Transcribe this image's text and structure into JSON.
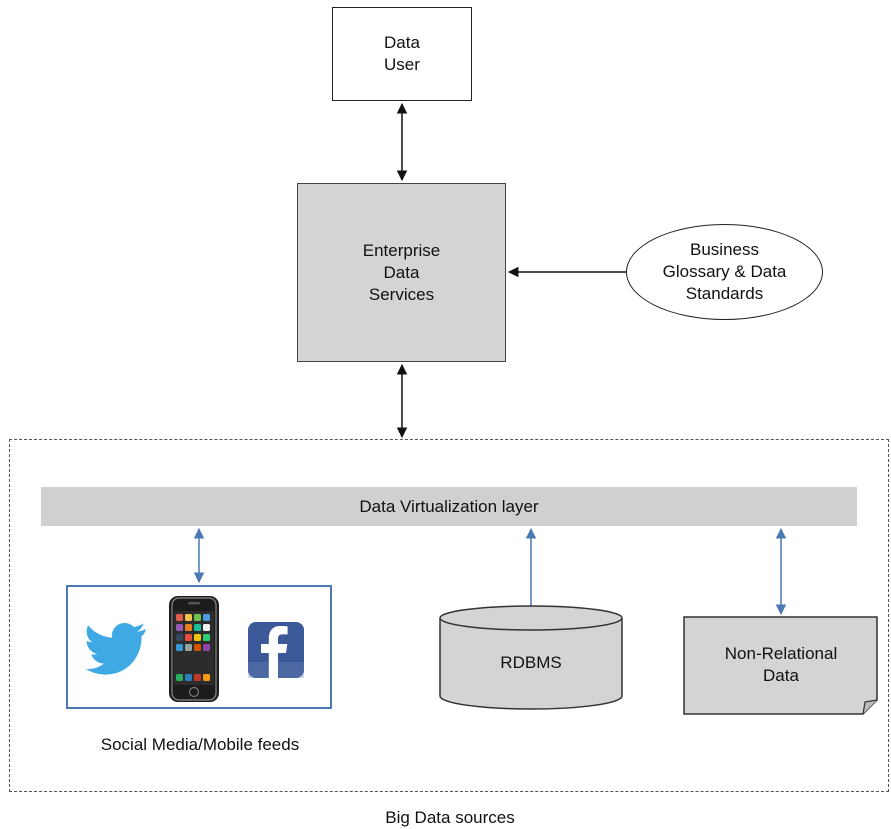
{
  "nodes": {
    "data_user": "Data\nUser",
    "enterprise_data_services": "Enterprise\nData\nServices",
    "glossary": "Business\nGlossary & Data\nStandards",
    "data_virtualization_layer": "Data Virtualization layer",
    "rdbms": "RDBMS",
    "non_relational": "Non-Relational\nData",
    "social_media_label": "Social Media/Mobile feeds",
    "big_data_sources_label": "Big Data sources"
  },
  "icons": [
    "twitter-bird-icon",
    "smartphone-icon",
    "facebook-icon"
  ],
  "colors": {
    "gray_fill": "#d4d4d4",
    "blue_connector": "#4a79b5",
    "twitter_blue": "#3fa9e6",
    "facebook_blue": "#3b5998"
  }
}
